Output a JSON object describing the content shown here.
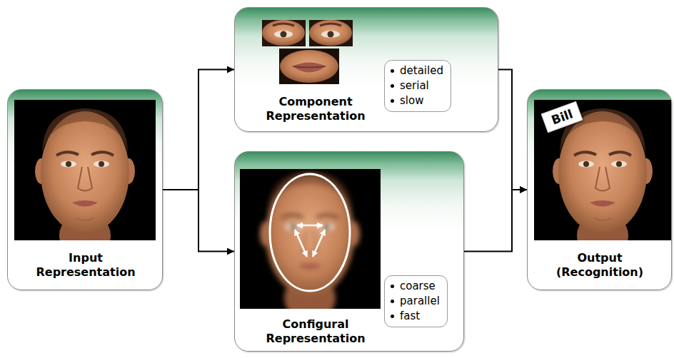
{
  "diagram": {
    "nodes": [
      {
        "text": [
          "Input Representation"
        ]
      },
      {
        "text": [
          "Component Representation"
        ]
      },
      {
        "text": [
          "detailed",
          "serial",
          "slow"
        ],
        "in": 1
      },
      {
        "text": [
          "Configural Representation"
        ]
      },
      {
        "text": [
          "coarse",
          "parallel",
          "fast"
        ],
        "in": 3
      },
      {
        "text": [
          "Output (Recognition)"
        ]
      },
      {
        "text": [
          "Bill"
        ],
        "in": 5
      }
    ],
    "edges": [
      {
        "from": 0,
        "to": 1,
        "arrow": "to"
      },
      {
        "from": 0,
        "to": 3,
        "arrow": "to"
      },
      {
        "from": 1,
        "to": 5,
        "arrow": "to"
      },
      {
        "from": 3,
        "to": 5,
        "arrow": "to"
      }
    ]
  }
}
